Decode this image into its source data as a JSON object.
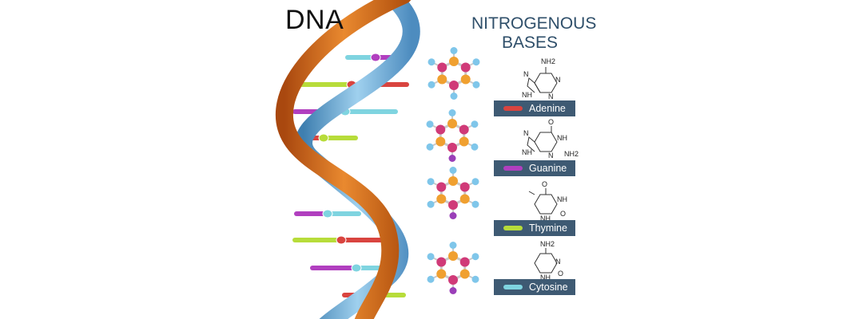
{
  "title": "DNA",
  "bases_title": {
    "line1": "NITROGENOUS",
    "line2": "BASES"
  },
  "bases": [
    {
      "name": "Adenine",
      "color": "#d9443f"
    },
    {
      "name": "Guanine",
      "color": "#b13fbf"
    },
    {
      "name": "Thymine",
      "color": "#b7dc3a"
    },
    {
      "name": "Cytosine",
      "color": "#7fd4e0"
    }
  ],
  "structure_labels": {
    "adenine": [
      "NH2",
      "N",
      "N",
      "N",
      "NH"
    ],
    "guanine": [
      "O",
      "NH",
      "NH2",
      "N",
      "N",
      "NH"
    ],
    "thymine": [
      "O",
      "NH",
      "O",
      "NH"
    ],
    "cytosine": [
      "NH2",
      "N",
      "O",
      "NH"
    ]
  },
  "colors": {
    "strand_orange": "#d36a1f",
    "strand_blue": "#6aa6cf",
    "label_bg": "#3e5a73",
    "atom_orange": "#f0a030",
    "atom_pink": "#d03a78",
    "atom_blue": "#7fc6ea",
    "atom_purple": "#9a3fb8"
  }
}
